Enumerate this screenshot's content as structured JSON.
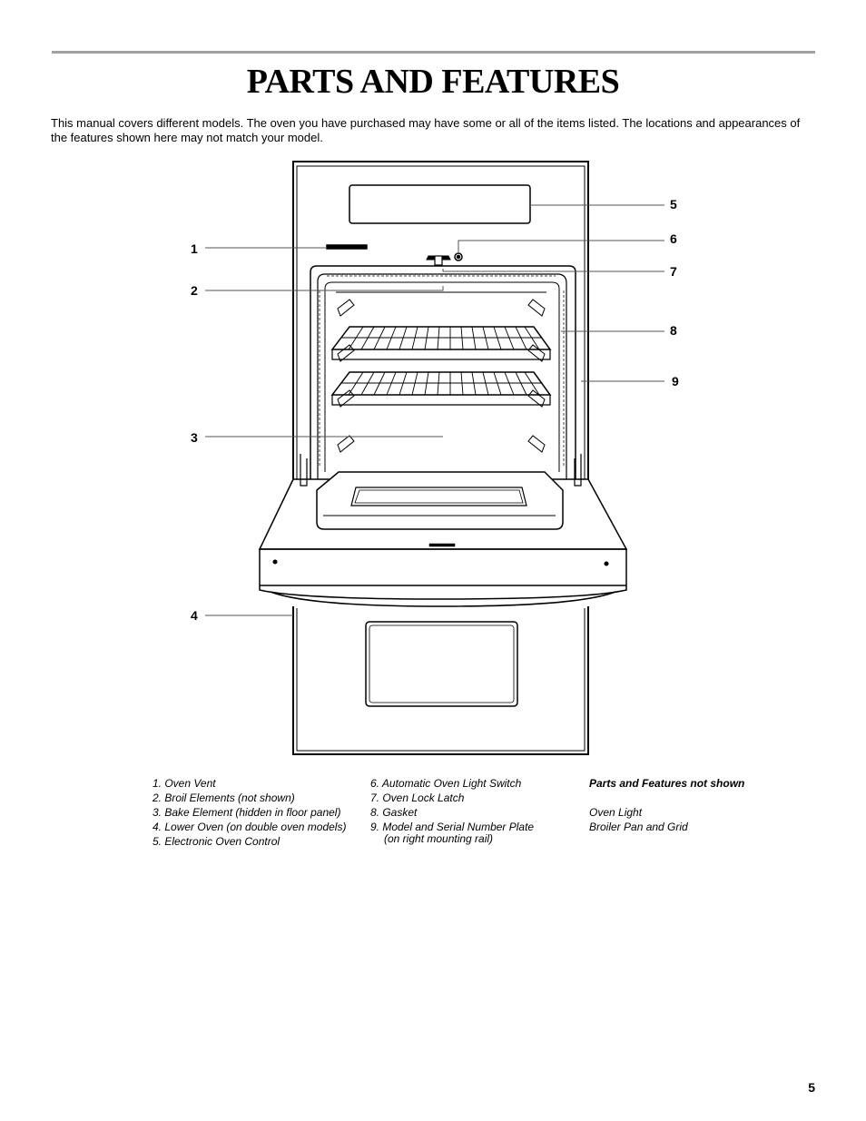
{
  "title": "PARTS AND FEATURES",
  "intro": "This manual covers different models. The oven you have purchased may have some or all of the items listed. The locations and appearances of the features shown here may not match your model.",
  "callouts": [
    "1",
    "2",
    "3",
    "4",
    "5",
    "6",
    "7",
    "8",
    "9"
  ],
  "legend": {
    "col1": [
      "1. Oven Vent",
      "2. Broil Elements (not shown)",
      "3. Bake Element (hidden in floor panel)",
      "4. Lower Oven (on double oven models)",
      "5. Electronic Oven Control"
    ],
    "col2": [
      "6. Automatic Oven Light Switch",
      "7. Oven Lock Latch",
      "8. Gasket",
      "9. Model and Serial Number Plate",
      "(on right mounting rail)"
    ],
    "not_shown_heading": "Parts and Features not shown",
    "not_shown": [
      "Oven Light",
      "Broiler Pan and Grid"
    ]
  },
  "page_number": "5"
}
